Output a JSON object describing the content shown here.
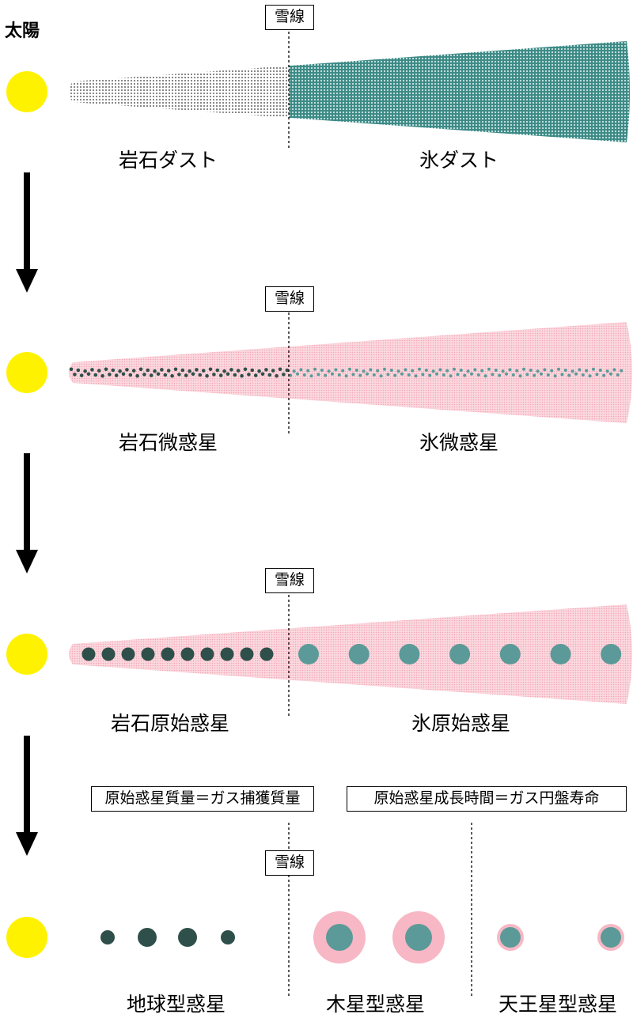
{
  "sun_label": "太陽",
  "snow_line_label": "雪線",
  "stage1": {
    "rock_label": "岩石ダスト",
    "ice_label": "氷ダスト"
  },
  "stage2": {
    "rock_label": "岩石微惑星",
    "ice_label": "氷微惑星"
  },
  "stage3": {
    "rock_label": "岩石原始惑星",
    "ice_label": "氷原始惑星"
  },
  "stage4": {
    "condition_left": "原始惑星質量＝ガス捕獲質量",
    "condition_right": "原始惑星成長時間＝ガス円盤寿命",
    "terrestrial_label": "地球型惑星",
    "jovian_label": "木星型惑星",
    "uranian_label": "天王星型惑星"
  },
  "colors": {
    "sun": "#fff200",
    "rock": "#2f4f4a",
    "ice": "#5b9a98",
    "gas": "#f7b7c4",
    "arrow": "#000000"
  }
}
